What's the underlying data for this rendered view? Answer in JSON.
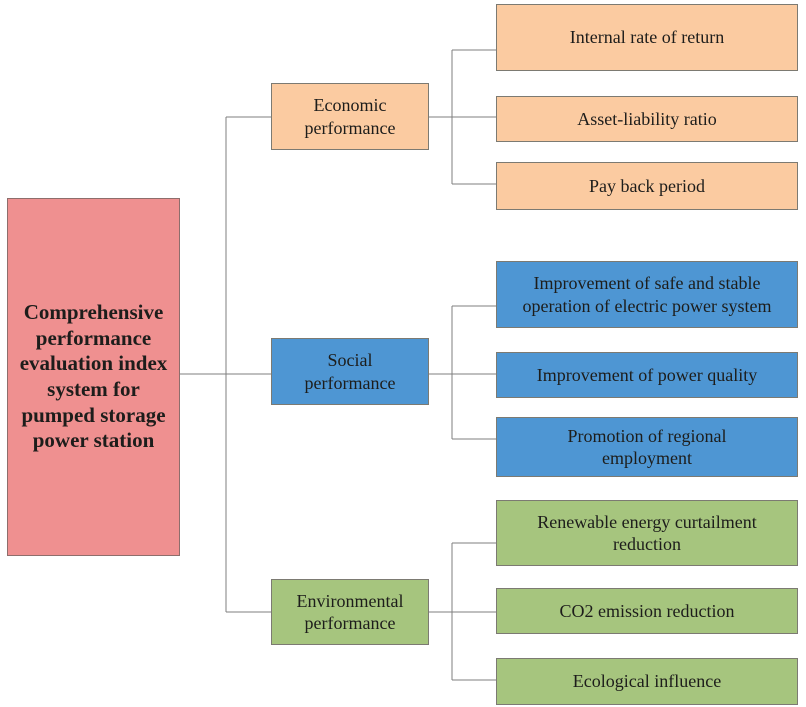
{
  "figure": {
    "root": {
      "label": "Comprehensive performance evaluation index system for pumped storage power station",
      "fill": "#EF9090",
      "border": "#8E6E6C"
    },
    "branches": [
      {
        "id": "economic",
        "label": "Economic performance",
        "fill": "#FBCBA1",
        "children": [
          "Internal rate of return",
          "Asset-liability ratio",
          "Pay back period"
        ]
      },
      {
        "id": "social",
        "label": "Social performance",
        "fill": "#4E96D3",
        "children": [
          "Improvement of safe and stable operation of electric power system",
          "Improvement of power quality",
          "Promotion of regional employment"
        ]
      },
      {
        "id": "environmental",
        "label": "Environmental performance",
        "fill": "#A6C57E",
        "children": [
          "Renewable energy curtailment reduction",
          "CO2 emission reduction",
          "Ecological influence"
        ]
      }
    ],
    "connector_color": "#7F7F7F",
    "text_color": "#1D1D1B",
    "background_color": "#FFFFFF"
  }
}
